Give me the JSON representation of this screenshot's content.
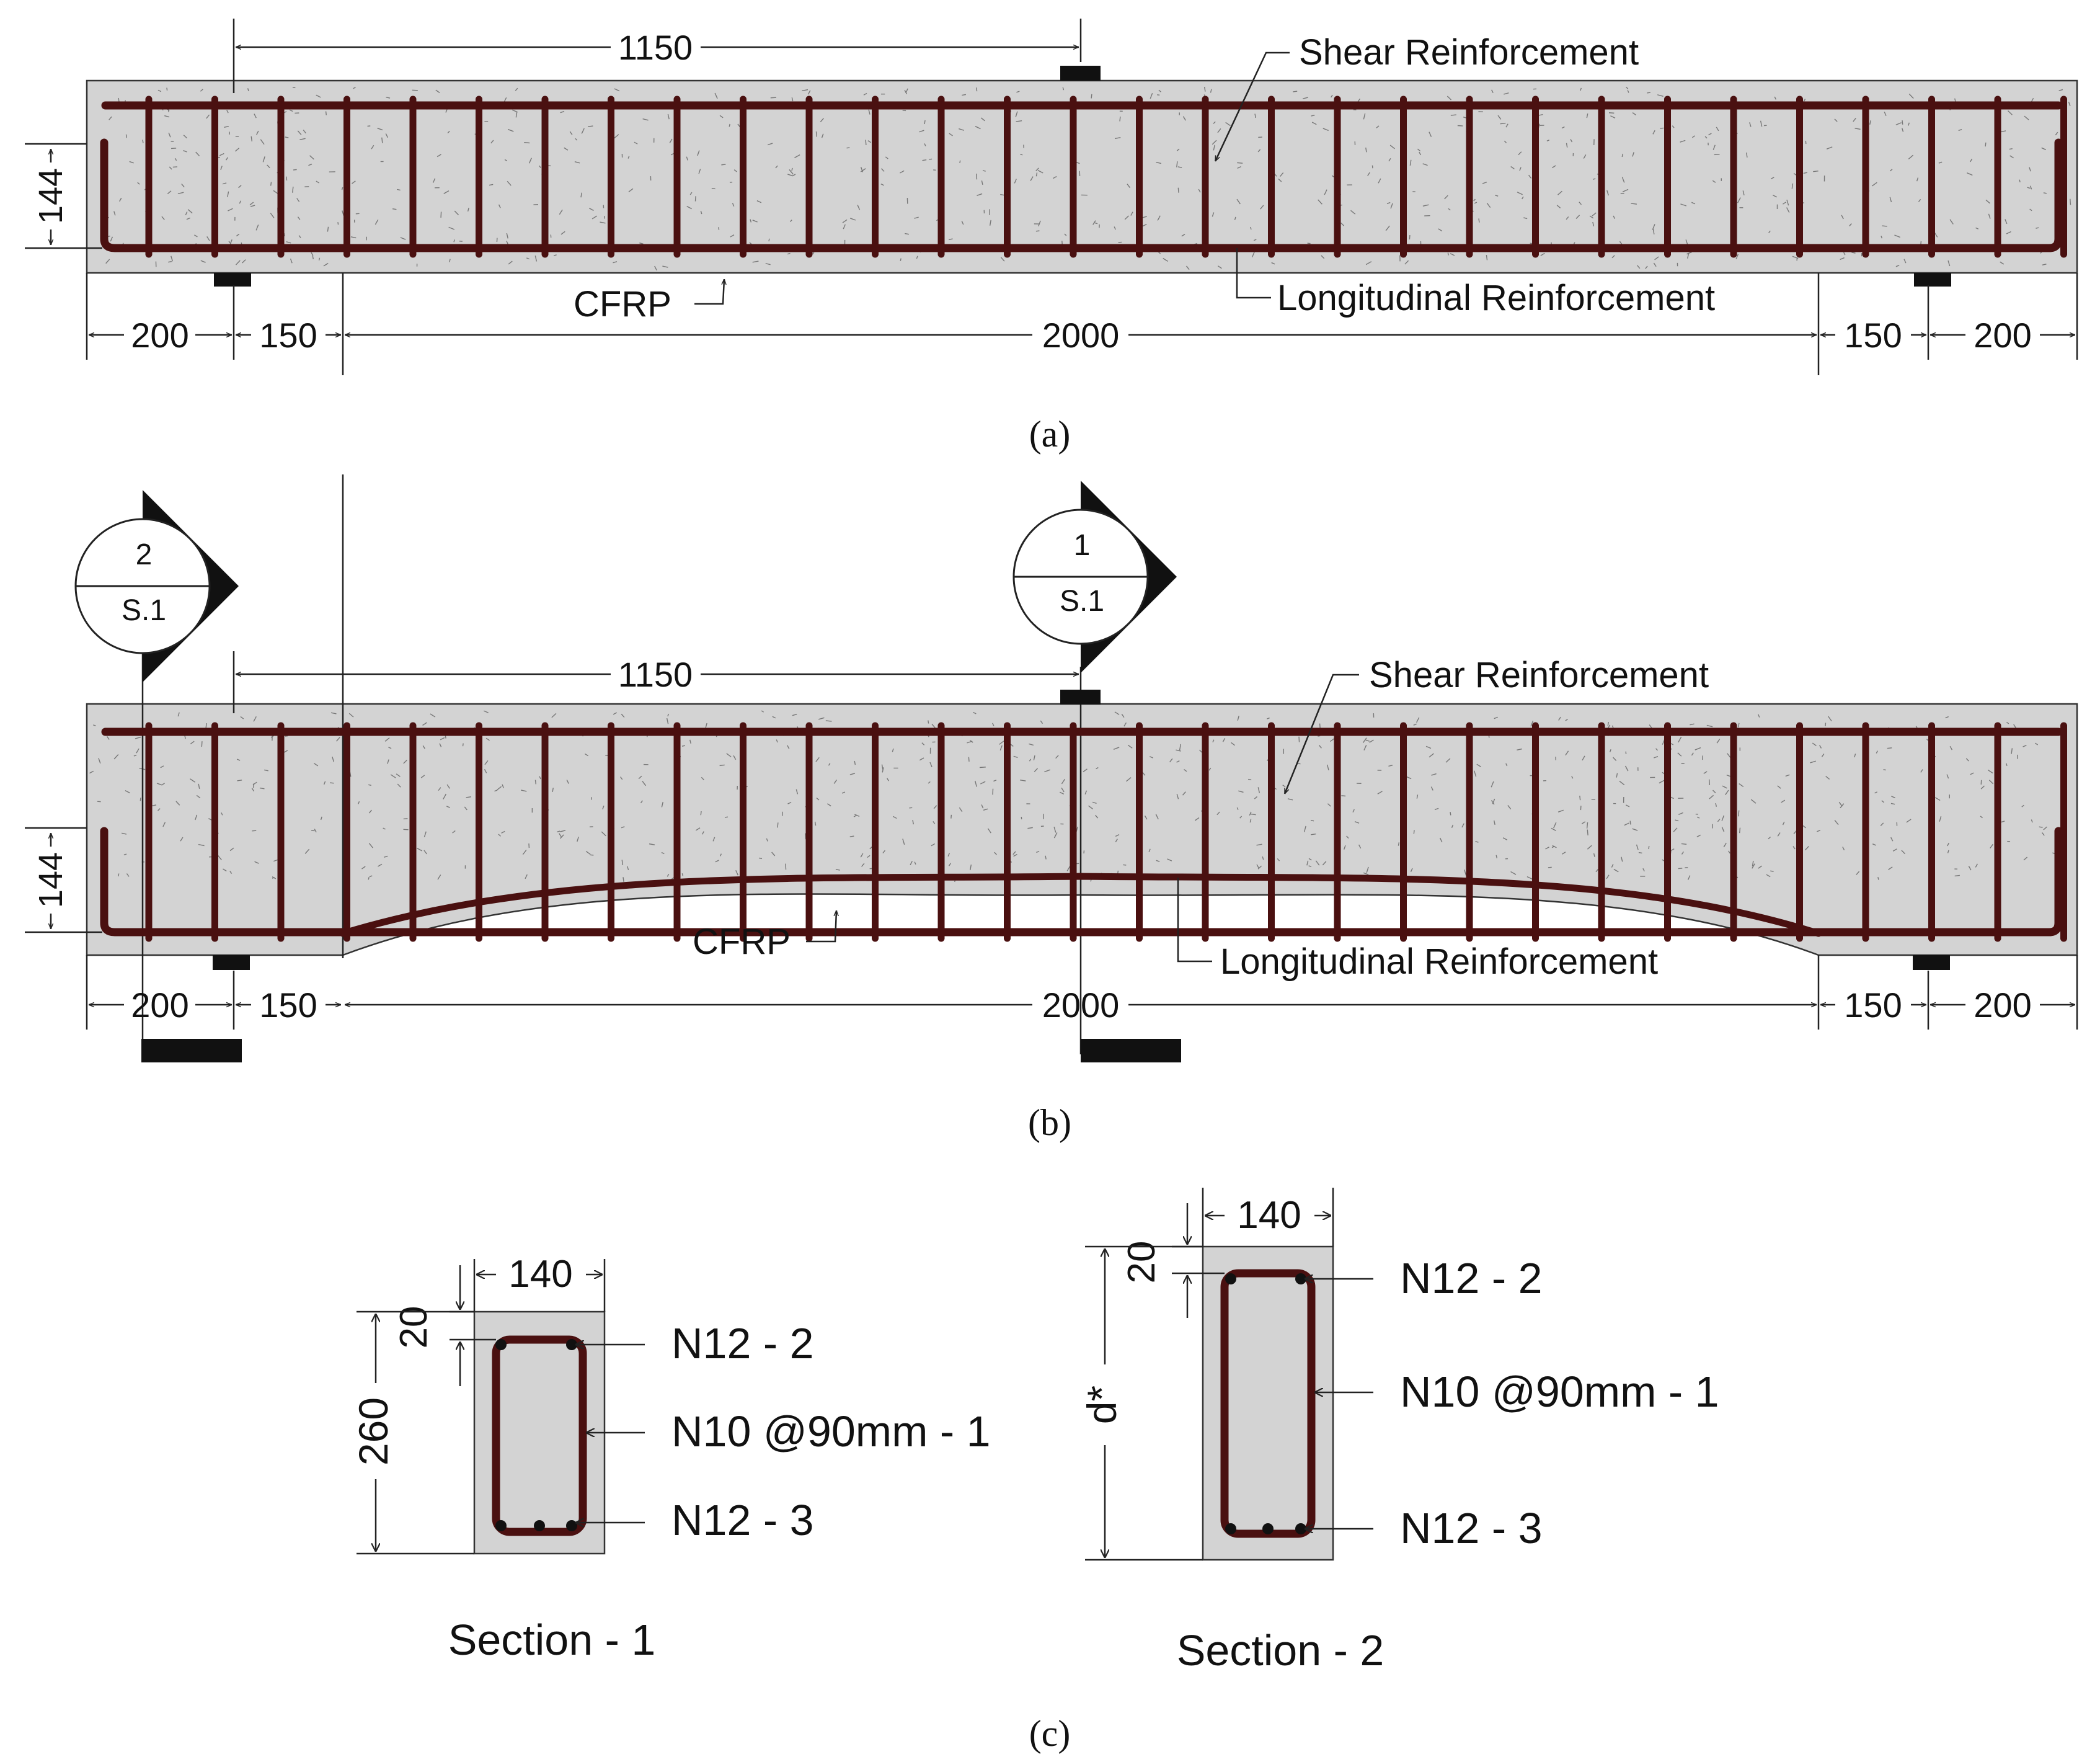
{
  "panel_a": {
    "caption": "(a)",
    "dim_top": "1150",
    "dim_height": "144",
    "label_shear": "Shear Reinforcement",
    "label_cfrp": "CFRP",
    "label_long": "Longitudinal Reinforcement",
    "dims_bottom": [
      "200",
      "150",
      "2000",
      "150",
      "200"
    ]
  },
  "panel_b": {
    "caption": "(b)",
    "marker2_num": "2",
    "marker2_ref": "S.1",
    "marker1_num": "1",
    "marker1_ref": "S.1",
    "dim_top": "1150",
    "dim_height": "144",
    "label_shear": "Shear Reinforcement",
    "label_cfrp": "CFRP",
    "label_long": "Longitudinal Reinforcement",
    "dims_bottom": [
      "200",
      "150",
      "2000",
      "150",
      "200"
    ]
  },
  "panel_c": {
    "caption": "(c)",
    "section1": {
      "title": "Section - 1",
      "width": "140",
      "cover": "20",
      "depth": "260",
      "top_bars": "N12 - 2",
      "stirrup": "N10 @90mm - 1",
      "bottom_bars": "N12 - 3"
    },
    "section2": {
      "title": "Section - 2",
      "width": "140",
      "cover": "20",
      "depth": "d*",
      "top_bars": "N12 - 2",
      "stirrup": "N10 @90mm - 1",
      "bottom_bars": "N12 - 3"
    }
  },
  "colors": {
    "concrete": "#d3d3d3",
    "rebar": "#4a1010",
    "support": "#111111"
  }
}
